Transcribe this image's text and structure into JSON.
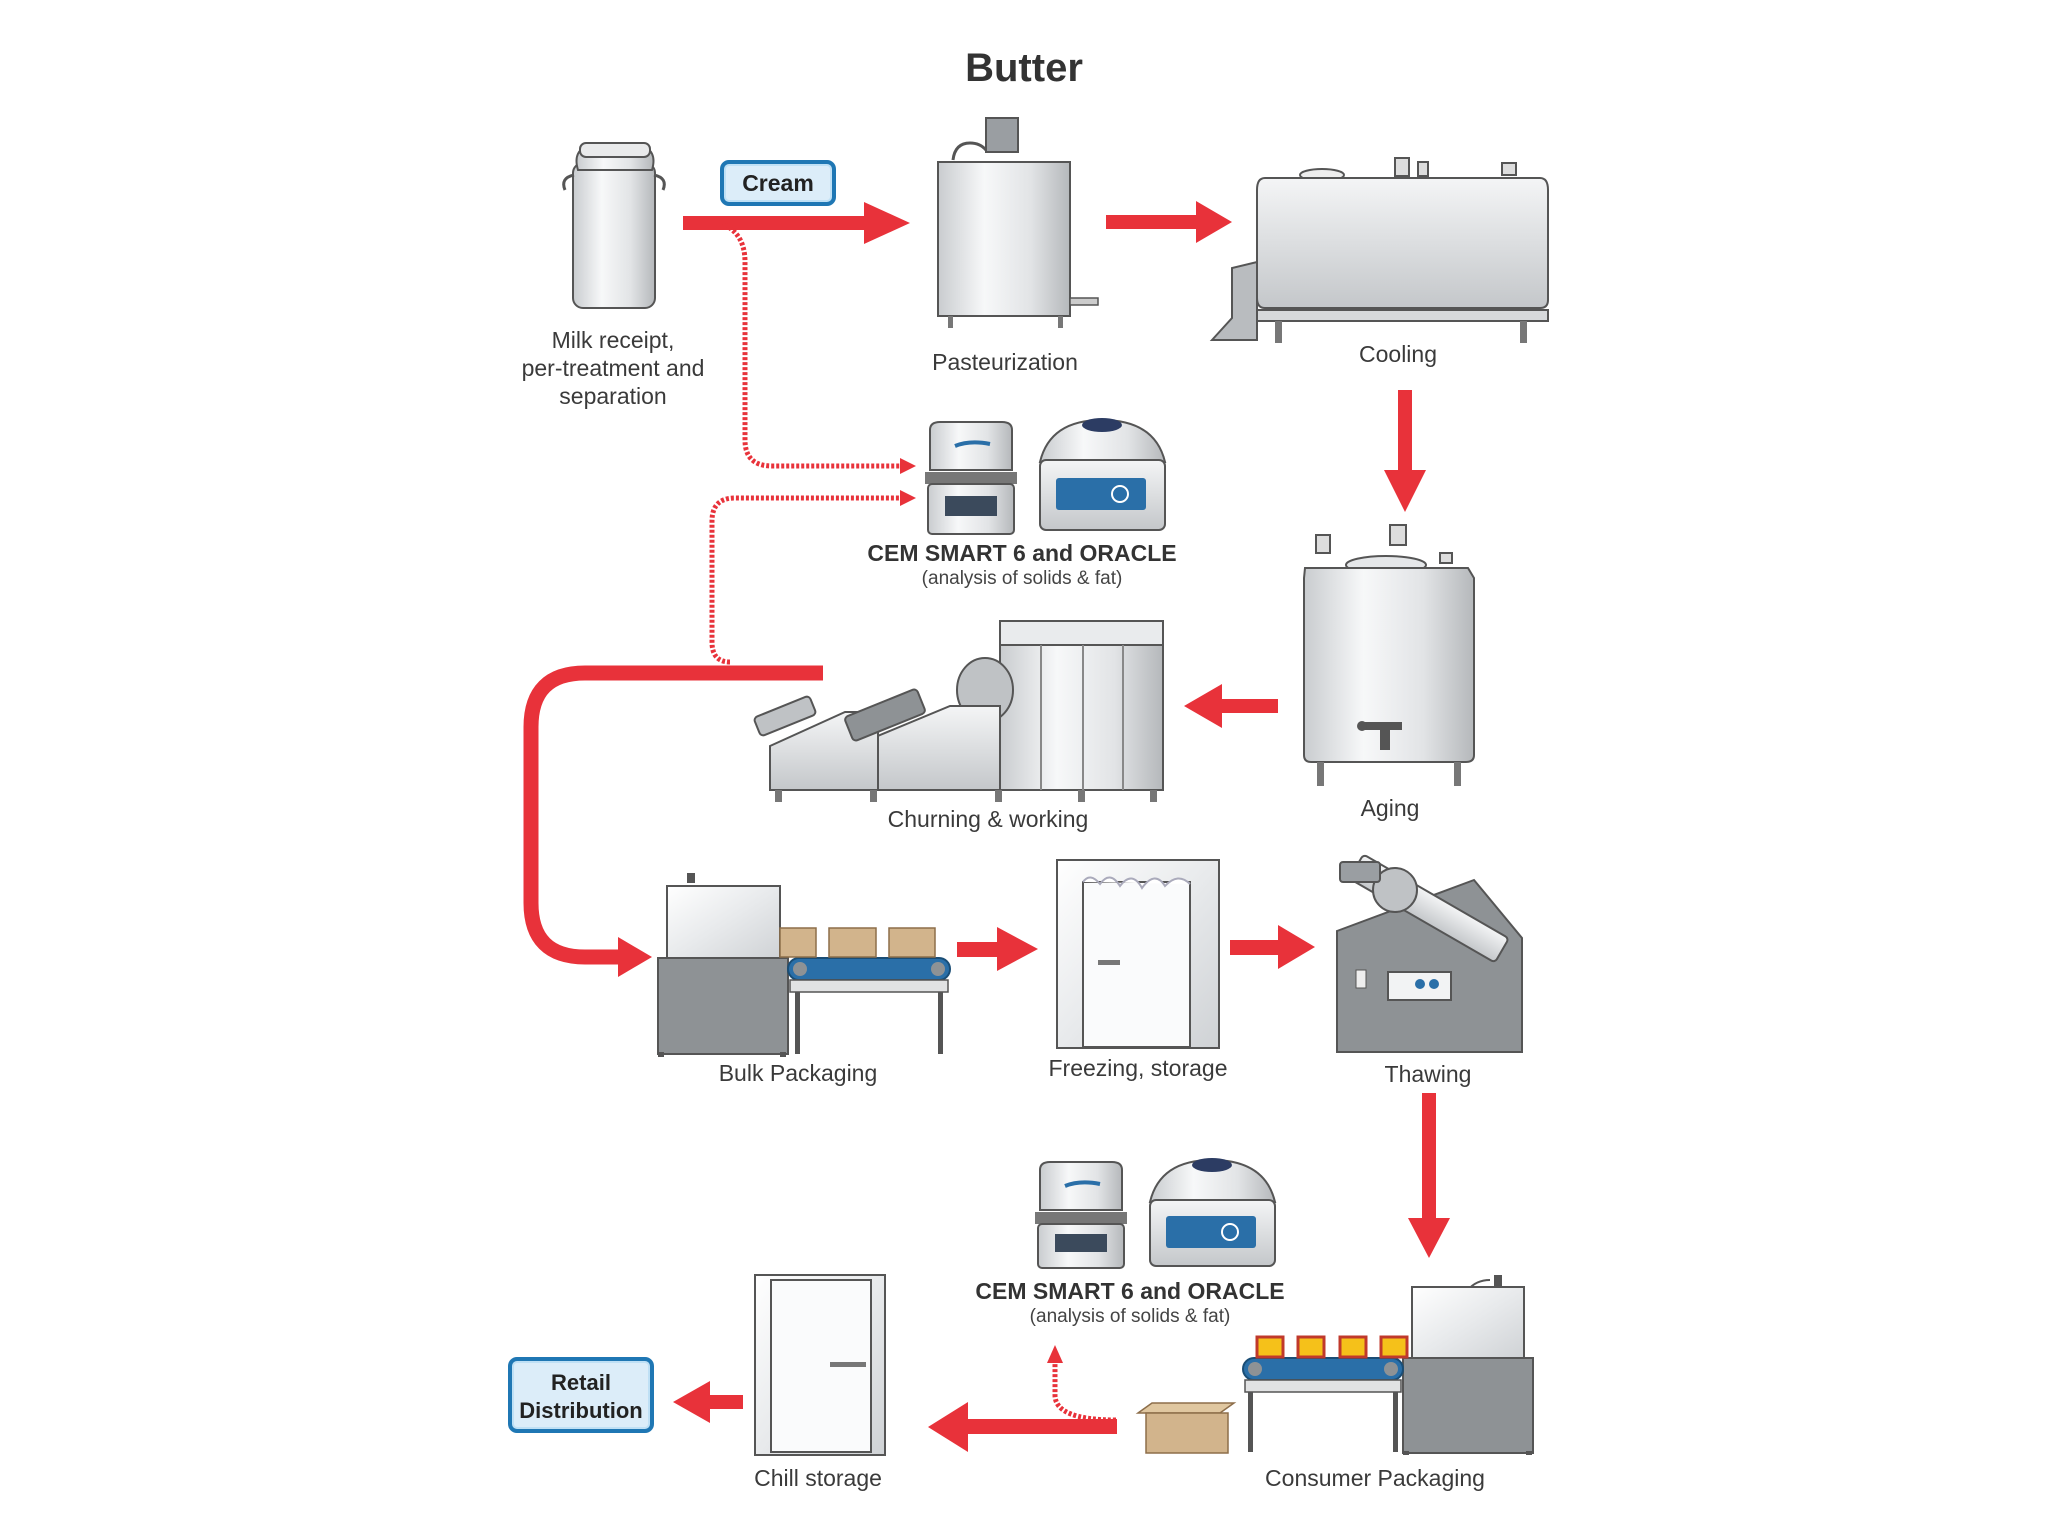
{
  "title": "Butter",
  "tags": {
    "cream": "Cream",
    "retail": "Retail\nDistribution"
  },
  "steps": {
    "milk_receipt": "Milk receipt,\nper-treatment and\nseparation",
    "pasteurization": "Pasteurization",
    "cooling": "Cooling",
    "aging": "Aging",
    "churning": "Churning & working",
    "bulk_packaging": "Bulk Packaging",
    "freezing": "Freezing, storage",
    "thawing": "Thawing",
    "consumer_packaging": "Consumer Packaging",
    "chill_storage": "Chill storage"
  },
  "analyzers": [
    {
      "name": "CEM SMART 6 and ORACLE",
      "note": "(analysis of solids & fat)"
    },
    {
      "name": "CEM SMART 6 and ORACLE",
      "note": "(analysis of solids & fat)"
    }
  ],
  "colors": {
    "arrow": "#e8323a",
    "tag_border": "#1f77b4",
    "tag_fill": "#dcedf9",
    "conveyor": "#2a6fa8",
    "box": "#d2b48c"
  }
}
